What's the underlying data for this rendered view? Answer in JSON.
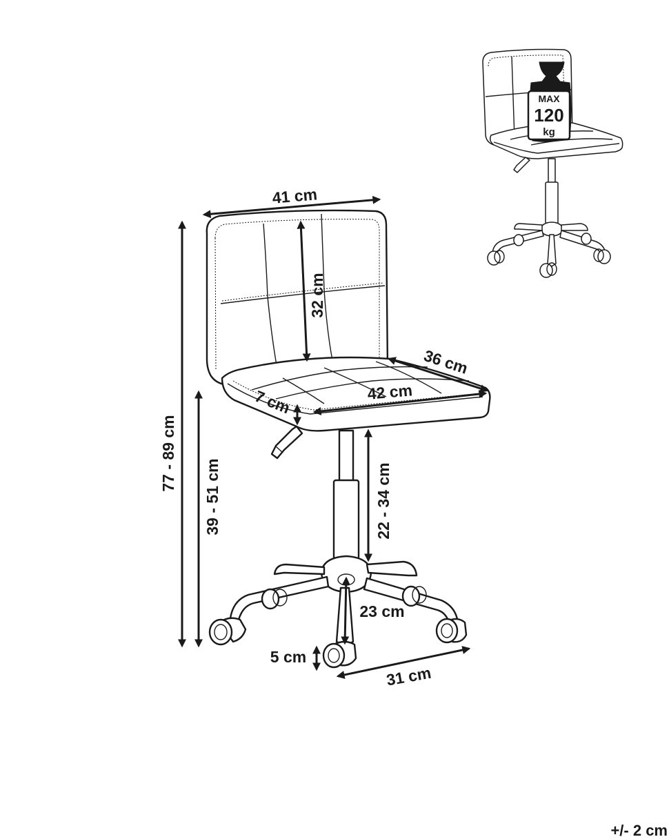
{
  "dimensions": {
    "backrest_width": "41 cm",
    "backrest_height": "32 cm",
    "seat_depth": "36 cm",
    "seat_width": "42 cm",
    "seat_thickness": "7 cm",
    "overall_height": "77 - 89 cm",
    "seat_height": "39 - 51 cm",
    "seat_to_base": "22 - 34 cm",
    "base_radius": "23 cm",
    "caster_height": "5 cm",
    "base_span": "31 cm",
    "tolerance": "+/- 2 cm"
  },
  "weight_badge": {
    "max_label": "MAX",
    "value": "120",
    "unit": "kg"
  }
}
